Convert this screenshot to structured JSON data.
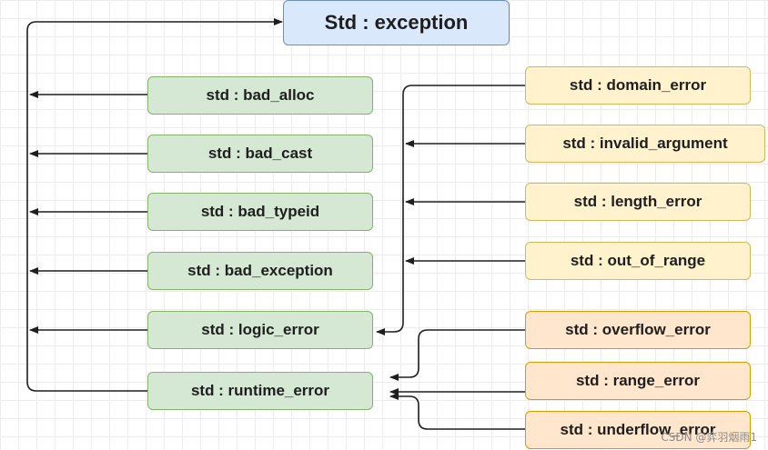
{
  "diagram": {
    "root": "Std : exception",
    "std_children": [
      "std : bad_alloc",
      "std : bad_cast",
      "std : bad_typeid",
      "std : bad_exception",
      "std : logic_error",
      "std : runtime_error"
    ],
    "logic_error_children": [
      "std : domain_error",
      "std : invalid_argument",
      "std : length_error",
      "std : out_of_range"
    ],
    "runtime_error_children": [
      "std : overflow_error",
      "std : range_error",
      "std : underflow_error"
    ],
    "colors": {
      "root_fill": "#dae8fc",
      "root_stroke": "#6c8ebf",
      "std_fill": "#d5e8d4",
      "std_stroke": "#82b366",
      "logic_fill": "#fff2cc",
      "logic_stroke": "#d6b656",
      "runtime_fill": "#ffe6cc",
      "runtime_stroke": "#d79b00",
      "edge": "#1e1e1e"
    }
  },
  "watermark": "CSDN @弈羽烟雨1"
}
